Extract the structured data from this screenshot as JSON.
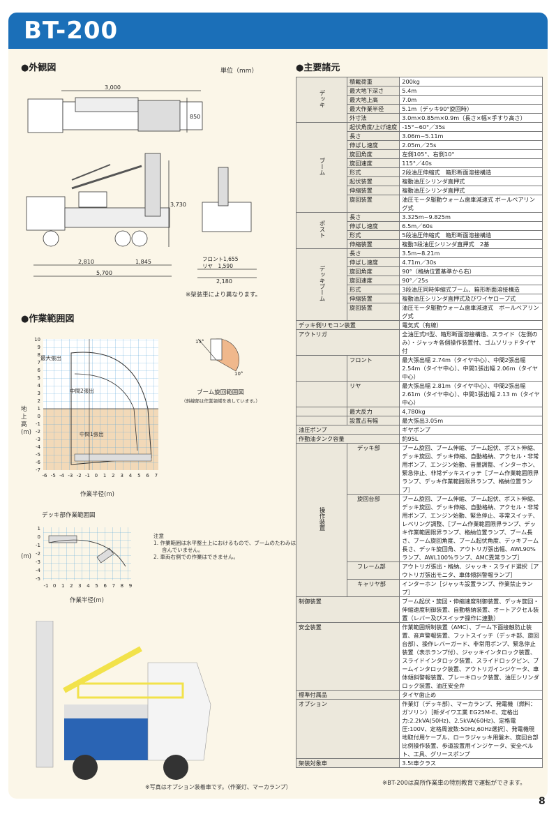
{
  "header": {
    "title": "BT-200"
  },
  "exterior": {
    "title": "●外観図",
    "unit": "単位（mm）",
    "dims": {
      "top_len": "3,000",
      "top_h": "850",
      "height": "3,730",
      "wb1": "2,810",
      "wb2": "1,845",
      "total": "5,700",
      "front_tread": "フロント1,655",
      "rear_tread": "リヤ　1,590",
      "width": "2,180"
    },
    "note": "※架装車により異なります。"
  },
  "range": {
    "title": "●作業範囲図",
    "ylabel": "地上高(m)",
    "xlabel": "作業半径(m)",
    "yticks": [
      "10",
      "9",
      "8",
      "7",
      "6",
      "5",
      "4",
      "3",
      "2",
      "1",
      "0",
      "-1",
      "-2",
      "-3",
      "-4",
      "-5",
      "-6",
      "-7"
    ],
    "xticks": [
      "-6",
      "-5",
      "-4",
      "-3",
      "-2",
      "-1",
      "0",
      "1",
      "2",
      "3",
      "4",
      "5",
      "6",
      "7"
    ],
    "labels": {
      "max": "最大張出",
      "mid2": "中間2張出",
      "mid1": "中間1張出"
    },
    "rot_title": "ブーム旋回範囲図",
    "rot_note": "（斜線部は作業領域を表しています。）",
    "angle1": "15°",
    "angle2": "10°"
  },
  "deck": {
    "title": "デッキ部作業範囲図",
    "ylabel": "(m)",
    "xlabel": "作業半径(m)",
    "yticks": [
      "1",
      "0",
      "-1",
      "-2",
      "-3",
      "-4",
      "-5"
    ],
    "xticks": [
      "-1",
      "0",
      "1",
      "2",
      "3",
      "4",
      "5",
      "6",
      "7",
      "8",
      "9"
    ],
    "note_title": "注意",
    "note1": "1. 作業範囲は水平整土上におけるもので、ブームのたわみは",
    "note1b": "含んでいません。",
    "note2": "2. 車両右側での作業はできません。"
  },
  "photo": {
    "caption": "※写真はオプション装着車です。（作業灯、マーカランプ）"
  },
  "specs": {
    "title": "●主要諸元",
    "deck_group": "デッキ",
    "boom_group": "ブーム",
    "post_group": "ポスト",
    "deckboom_group": "デッキブーム",
    "ctrl_group": "操作装置",
    "deck": [
      [
        "積載荷重",
        "200kg"
      ],
      [
        "最大地下深さ",
        "5.4m"
      ],
      [
        "最大地上高",
        "7.0m"
      ],
      [
        "最大作業半径",
        "5.1m（デッキ90°旋回時）"
      ],
      [
        "外寸法",
        "3.0m×0.85m×0.9m（長さ×幅×手すり高さ）"
      ]
    ],
    "boom": [
      [
        "起伏角度/上げ速度",
        "-15°~60°／35s"
      ],
      [
        "長さ",
        "3.06m~5.11m"
      ],
      [
        "伸ばし速度",
        "2.05m／25s"
      ],
      [
        "旋回角度",
        "左側105°、右側10°"
      ],
      [
        "旋回速度",
        "115°／40s"
      ],
      [
        "形式",
        "2段油圧伸縮式　箱形断面溶接構造"
      ],
      [
        "起伏装置",
        "複動油圧シリンダ直押式"
      ],
      [
        "伸縮装置",
        "複動油圧シリンダ直押式"
      ],
      [
        "旋回装置",
        "油圧モータ駆動ウォーム歯車減速式 ボールベアリング式"
      ]
    ],
    "post": [
      [
        "長さ",
        "3.325m~9.825m"
      ],
      [
        "伸ばし速度",
        "6.5m／60s"
      ],
      [
        "形式",
        "5段油圧伸縮式　箱形断面溶接構造"
      ],
      [
        "伸縮装置",
        "複動3段油圧シリンダ直押式　2基"
      ]
    ],
    "deckboom": [
      [
        "長さ",
        "3.5m~8.21m"
      ],
      [
        "伸ばし速度",
        "4.71m／30s"
      ],
      [
        "旋回角度",
        "90°（格納位置基準から右）"
      ],
      [
        "旋回速度",
        "90°／25s"
      ],
      [
        "形式",
        "3段油圧同時伸縮式ブーム、箱形断面溶接構造"
      ],
      [
        "伸縮装置",
        "複動油圧シリンダ直押式及びワイヤロープ式"
      ],
      [
        "旋回装置",
        "油圧モータ駆動ウォーム歯車減速式　ボールベアリング式"
      ]
    ],
    "remote": [
      "デッキ側リモコン装置",
      "電気式（有線）"
    ],
    "outrigger": {
      "label": "アウトリガ",
      "value": "全油圧式H型、箱形断面溶接構造、スライド（左側のみ）・ジャッキ各個操作装置付、ゴムソリッドタイヤ付",
      "front_label": "フロント",
      "front": "最大張出幅 2.74m（タイヤ中心）、中間2張出幅 2.54m（タイヤ中心）、中間1張出幅 2.06m（タイヤ中心）",
      "rear_label": "リヤ",
      "rear": "最大張出幅 2.81m（タイヤ中心）、中間2張出幅 2.61m（タイヤ中心）、中間1張出幅 2.13 m（タイヤ中心）",
      "reaction_label": "最大反力",
      "reaction": "4,780kg",
      "width_label": "設置占有幅",
      "width": "最大張出3.05m"
    },
    "pump": [
      "油圧ポンプ",
      "ギヤポンプ"
    ],
    "tank": [
      "作動油タンク容量",
      "約95L"
    ],
    "ctrl": {
      "deck_label": "デッキ部",
      "deck": "ブーム旋回、ブーム伸縮、ブーム起伏、ポスト伸縮、デッキ旋回、デッキ伸縮、自動格納、アクセル・非常用ポンプ、エンジン始動、音量調整、インターホン、緊急停止、非常デッキスイッチ［ブーム作業範囲限界ランプ、デッキ作業範囲限界ランプ、格納位置ランプ］",
      "turret_label": "旋回台部",
      "turret": "ブーム旋回、ブーム伸縮、ブーム起伏、ポスト伸縮、デッキ旋回、デッキ伸縮、自動格納、アクセル・非常用ポンプ、エンジン始動、緊急停止、非常スイッチ、レベリング調整、［ブーム作業範囲限界ランプ、デッキ作業範囲限界ランプ、格納位置ランプ、ブーム長さ、ブーム旋回角度、ブーム起伏角度、デッキブーム長さ、デッキ旋回角、アウトリガ張出幅、AWL90%ランプ、AWL100%ランプ、AMC異常ランプ］",
      "frame_label": "フレーム部",
      "frame": "アウトリガ張出・格納、ジャッキ・スライド選択［アウトリガ張出モニタ、車体傾斜警報ランプ］",
      "cab_label": "キャリヤ部",
      "cab": "インターホン［ジャッキ設置ランプ、作業禁止ランプ］"
    },
    "control": [
      "制御装置",
      "ブーム起伏・旋回・伸縮速度制御装置、デッキ旋回・伸縮速度制御装置、自動格納装置、オートアクセル装置（レバー及びスイッチ操作に連動）"
    ],
    "safety": [
      "安全装置",
      "作業範囲規制装置（AMC）、ブーム下面接触防止装置、音声警報装置、フットスイッチ（デッキ部、旋回台部）、操作レバーガード、非常用ポンプ、緊急停止装置（表示ランプ付）、ジャッキインタロック装置、スライドインタロック装置、スライドロックピン、ブームインタロック装置、アウトリガインジケータ、車体傾斜警報装置、ブレーキロック装置、油圧シリンダロック装置、油圧安全弁"
    ],
    "accessory": [
      "標準付属品",
      "タイヤ歯止め"
    ],
    "options": [
      "オプション",
      "作業灯（デッキ部）、マーカランプ、発電機（燃料：ガソリン）［新ダイワ工業 EG25M-E、定格出力:2.2kVA(50Hz)、2.5kVA(60Hz)、定格電圧:100V、定格周波数:50Hz,60Hz選択］、発電機現地取付用ケーブル、ローラジャッキ用盤木、旋回台部比例操作装置、歩道設置用インジケータ、安全ベルト、工具、グリースポンプ"
    ],
    "vehicle": [
      "架装対象車",
      "3.5t車クラス"
    ],
    "footnote": "※BT-200は高所作業車の特別教育で運転ができます。"
  },
  "page": {
    "number": "8"
  },
  "colors": {
    "header": "#1b6fb8",
    "page_bg": "#fbf6e8",
    "grid": "#5aa7d8",
    "range_fill": "#f2d9b8",
    "truck_yellow": "#f2e24a",
    "truck_blue": "#2a64b4"
  }
}
